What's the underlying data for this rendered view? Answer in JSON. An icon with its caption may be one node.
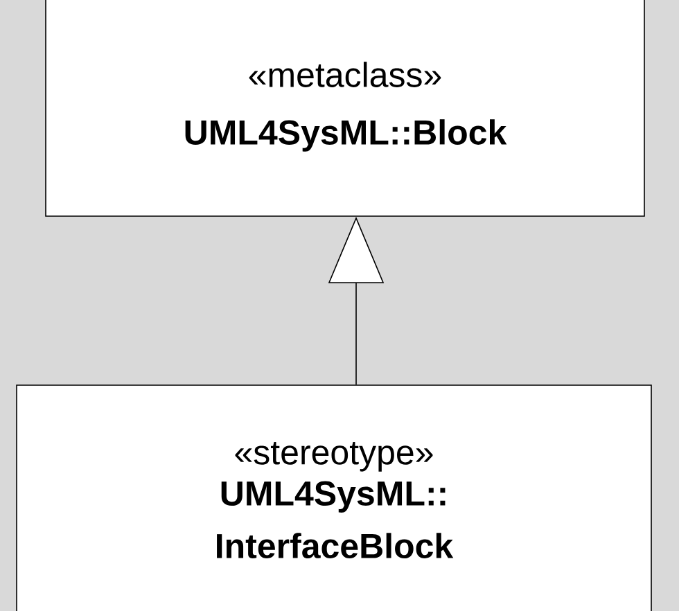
{
  "diagram": {
    "nodes": [
      {
        "text": [
          "«metaclass»",
          "UML4SysML::Block"
        ]
      },
      {
        "text": [
          "«stereotype»",
          "UML4SysML:: InterfaceBlock"
        ]
      }
    ],
    "edges": [
      {
        "from": 1,
        "to": 0,
        "arrow": "to"
      }
    ]
  }
}
